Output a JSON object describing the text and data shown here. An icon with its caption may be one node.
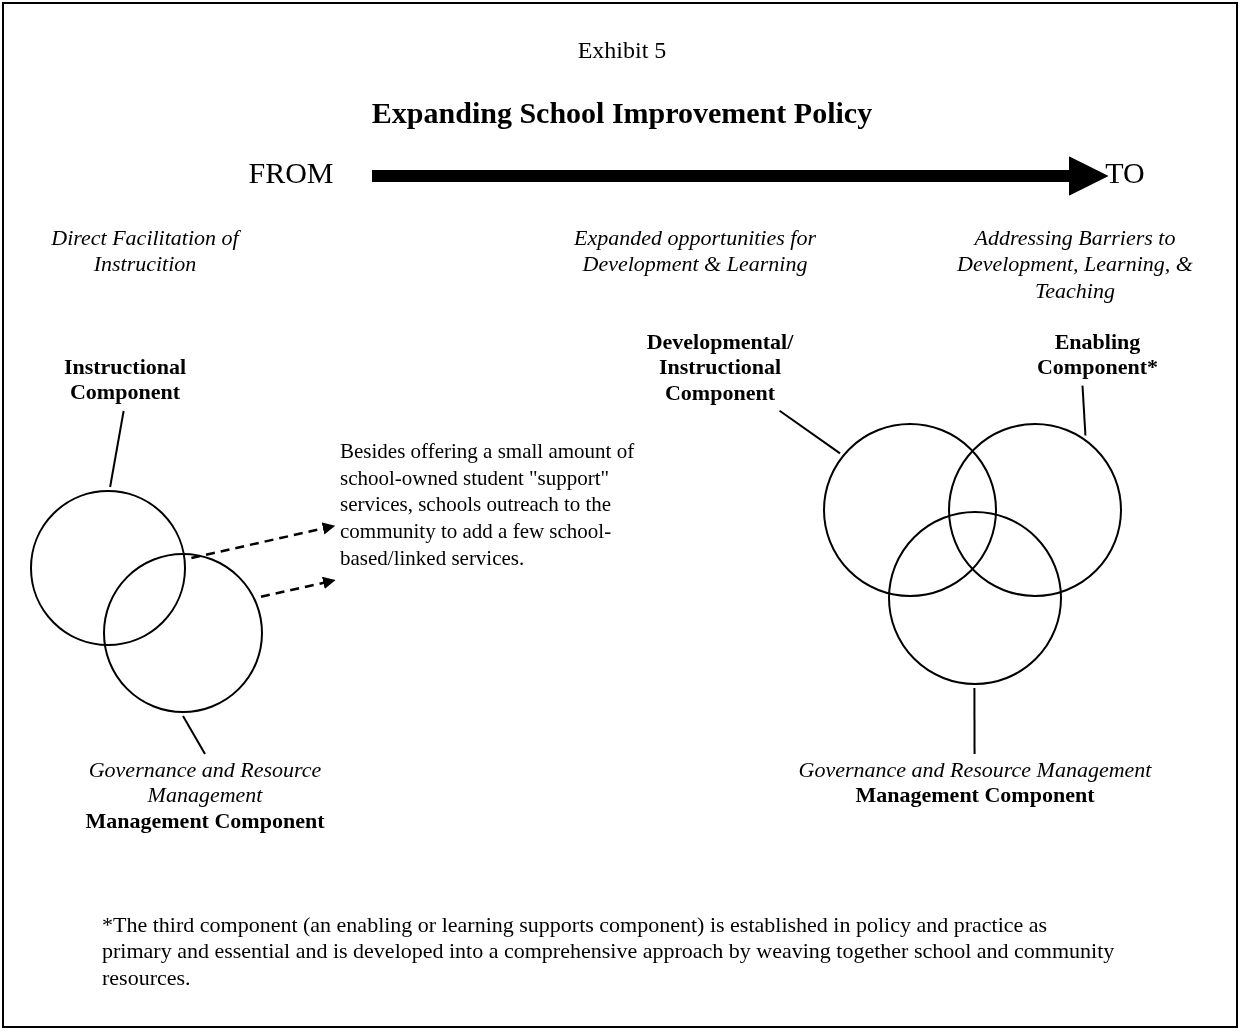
{
  "diagram": {
    "title": "Expanding School Improvement Policy",
    "caption": "*The third component (an enabling or learning supports component) is established in policy and practice as primary and essential and is developed into a comprehensive approach by weaving together school and  community resources.",
    "nodes": [
      {
        "text": [
          "FROM"
        ]
      },
      {
        "text": [
          "TO"
        ]
      },
      {
        "text": [
          "Instructional Component"
        ]
      },
      {
        "text": [],
        "shape": "circle"
      },
      {
        "text": [],
        "shape": "circle"
      },
      {
        "text": [
          "Governance and Resource Management",
          "Management Component"
        ]
      },
      {
        "text": [
          "Besides offering a small amount of school-owned student \"support\" services, schools outreach to the community to add a few school-based/linked services."
        ]
      },
      {
        "text": [
          "Developmental/ Instructional Component"
        ]
      },
      {
        "text": [
          "Enabling Component*"
        ]
      },
      {
        "text": [],
        "shape": "circle"
      },
      {
        "text": [],
        "shape": "circle"
      },
      {
        "text": [],
        "shape": "circle"
      },
      {
        "text": [
          "Governance and Resource Management",
          "Management Component"
        ]
      }
    ],
    "edges": [
      {
        "from": 0,
        "to": 1,
        "arrow": "to",
        "style": "thick"
      },
      {
        "from": 2,
        "to": 3,
        "arrow": "none"
      },
      {
        "from": 5,
        "to": 4,
        "arrow": "none"
      },
      {
        "from": 3,
        "to": 6,
        "arrow": "to",
        "style": "dashed"
      },
      {
        "from": 4,
        "to": 6,
        "arrow": "to",
        "style": "dashed"
      },
      {
        "from": 7,
        "to": 9,
        "arrow": "none"
      },
      {
        "from": 8,
        "to": 10,
        "arrow": "none"
      },
      {
        "from": 12,
        "to": 11,
        "arrow": "none"
      }
    ],
    "labels": [
      "Exhibit 5",
      "Direct Facilitation of Instrucition",
      "Expanded opportunities for Development & Learning",
      "Addressing Barriers to Development, Learning, & Teaching"
    ]
  }
}
